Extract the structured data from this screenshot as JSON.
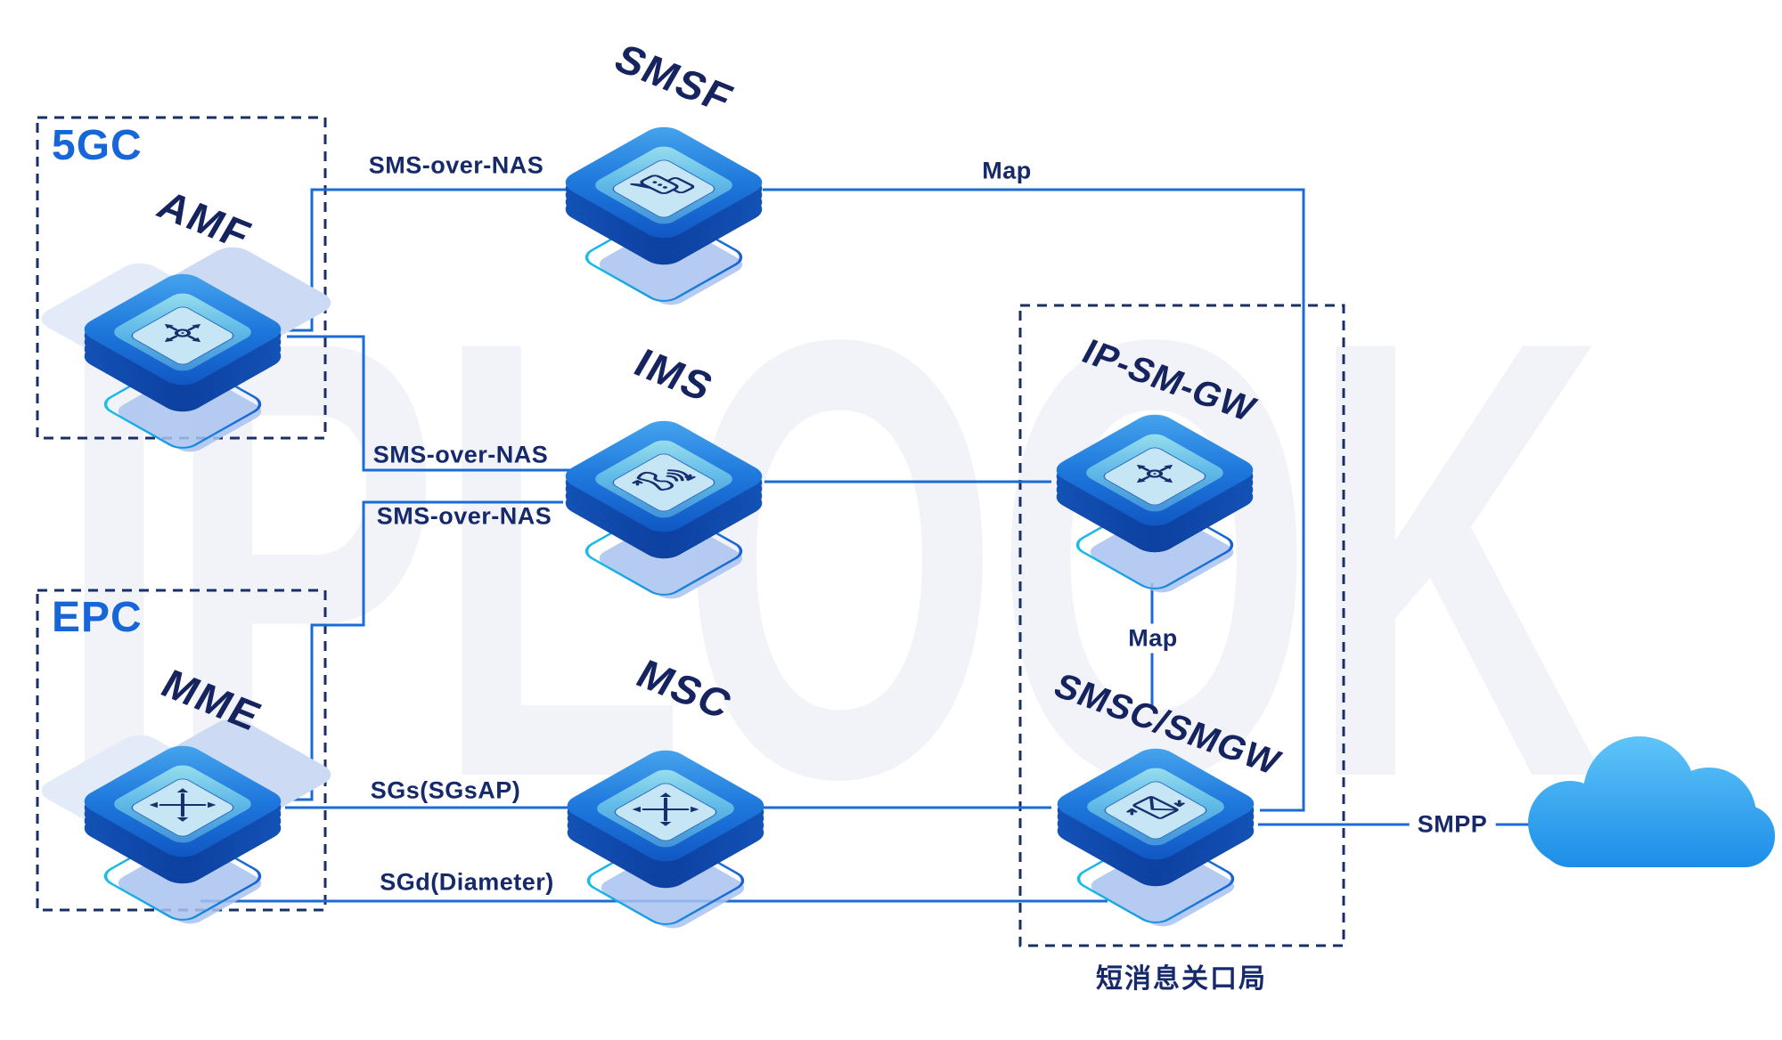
{
  "diagram": {
    "watermark": "IPLOOK",
    "groups": {
      "fivegc": {
        "label": "5GC"
      },
      "epc": {
        "label": "EPC"
      },
      "gateway": {
        "caption": "短消息关口局"
      }
    },
    "nodes": {
      "amf": {
        "label": "AMF",
        "icon": "hub-arrows-icon"
      },
      "smsf": {
        "label": "SMSF",
        "icon": "chat-message-icon"
      },
      "ims": {
        "label": "IMS",
        "icon": "phone-call-icon"
      },
      "mme": {
        "label": "MME",
        "icon": "cross-arrows-icon"
      },
      "msc": {
        "label": "MSC",
        "icon": "cross-arrows-icon"
      },
      "ipsmgw": {
        "label": "IP-SM-GW",
        "icon": "hub-arrows-icon"
      },
      "smsc": {
        "label": "SMSC/SMGW",
        "icon": "envelope-icon"
      },
      "external_network": {
        "icon": "cloud-icon"
      }
    },
    "links": {
      "amf_smsf": {
        "label": "SMS-over-NAS"
      },
      "smsf_smsc": {
        "label": "Map"
      },
      "amf_ims": {
        "label": "SMS-over-NAS"
      },
      "mme_ims": {
        "label": "SMS-over-NAS"
      },
      "ipsmgw_smsc": {
        "label": "Map"
      },
      "mme_msc_smsc": {
        "label": "SGs(SGsAP)"
      },
      "mme_smsc": {
        "label": "SGd(Diameter)"
      },
      "smsc_cloud": {
        "label": "SMPP"
      }
    },
    "colors": {
      "line": "#1a6bd4",
      "dashed_box": "#1a2f66",
      "label_navy": "#15235f",
      "group_blue": "#1766d9",
      "tile_top_light": "#49a7ee",
      "tile_top_dark": "#0f55c2",
      "tile_inner_light": "#9be0ee",
      "shadow_cyan": "#19c3e8",
      "watermark": "#f1f3f8",
      "cloud_light": "#63c8f9",
      "cloud_dark": "#1b8ce8"
    }
  }
}
